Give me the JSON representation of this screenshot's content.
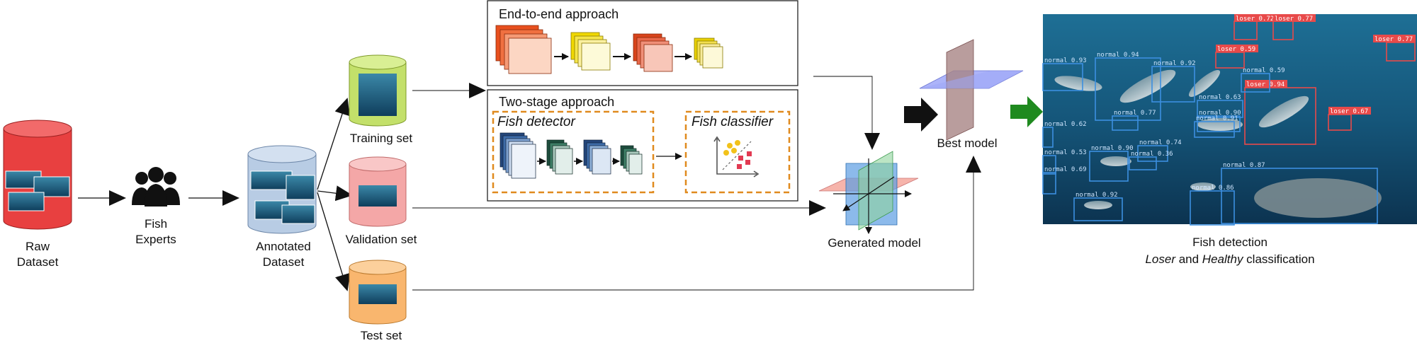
{
  "stages": {
    "raw_dataset": [
      "Raw",
      "Dataset"
    ],
    "fish_experts": [
      "Fish",
      "Experts"
    ],
    "annotated_dataset": [
      "Annotated",
      "Dataset"
    ],
    "training_set": "Training set",
    "validation_set": "Validation set",
    "test_set": "Test set",
    "generated_model": "Generated model",
    "best_model": "Best model"
  },
  "approaches": {
    "end_to_end": "End-to-end approach",
    "two_stage": "Two-stage approach",
    "fish_detector": "Fish detector",
    "fish_classifier": "Fish classifier"
  },
  "output": {
    "line1": "Fish detection",
    "line2_italic_a": "Loser",
    "line2_mid": " and ",
    "line2_italic_b": "Healthy",
    "line2_end": " classification"
  },
  "detections": [
    {
      "label": "loser 0.72",
      "cls": "loser"
    },
    {
      "label": "loser 0.77",
      "cls": "loser"
    },
    {
      "label": "loser 0.77",
      "cls": "loser"
    },
    {
      "label": "loser 0.59",
      "cls": "loser"
    },
    {
      "label": "loser 0.94",
      "cls": "loser"
    },
    {
      "label": "loser 0.67",
      "cls": "loser"
    },
    {
      "label": "normal 0.93",
      "cls": "normal"
    },
    {
      "label": "normal 0.94",
      "cls": "normal"
    },
    {
      "label": "normal 0.92",
      "cls": "normal"
    },
    {
      "label": "normal 0.59",
      "cls": "normal"
    },
    {
      "label": "normal 0.63",
      "cls": "normal"
    },
    {
      "label": "normal 0.90",
      "cls": "normal"
    },
    {
      "label": "normal 0.91",
      "cls": "normal"
    },
    {
      "label": "normal 0.77",
      "cls": "normal"
    },
    {
      "label": "normal 0.62",
      "cls": "normal"
    },
    {
      "label": "normal 0.74",
      "cls": "normal"
    },
    {
      "label": "normal 0.53",
      "cls": "normal"
    },
    {
      "label": "normal 0.90",
      "cls": "normal"
    },
    {
      "label": "normal 0.36",
      "cls": "normal"
    },
    {
      "label": "normal 0.69",
      "cls": "normal"
    },
    {
      "label": "normal 0.87",
      "cls": "normal"
    },
    {
      "label": "normal 0.86",
      "cls": "normal"
    },
    {
      "label": "normal 0.92",
      "cls": "normal"
    }
  ],
  "colors": {
    "loser_box": "#e84a4a",
    "normal_box": "#3c8fe0",
    "arrow_green": "#1f8a1f",
    "raw_cylinder": "#e84040",
    "annotated_cylinder": "#b8cce4",
    "training_cylinder": "#c3e06a",
    "validation_cylinder": "#f4a7a7",
    "test_cylinder": "#f9b66e",
    "dashed_box": "#e08a1e"
  }
}
